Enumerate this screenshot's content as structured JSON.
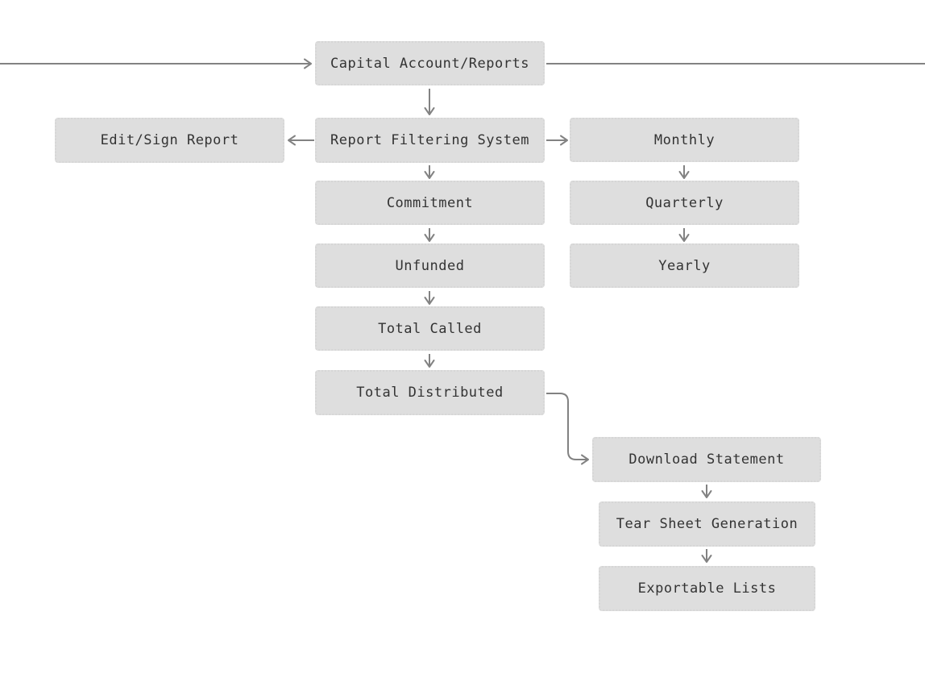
{
  "diagram": {
    "type": "flowchart",
    "background": "#ffffff",
    "colors": {
      "node_fill": "#dedede",
      "node_border": "#d6d6d6",
      "node_text": "#333333",
      "connector": "#828282"
    },
    "nodes": [
      {
        "id": "capital-account-reports",
        "label": "Capital Account/Reports"
      },
      {
        "id": "edit-sign-report",
        "label": "Edit/Sign Report"
      },
      {
        "id": "report-filtering-system",
        "label": "Report Filtering System"
      },
      {
        "id": "monthly",
        "label": "Monthly"
      },
      {
        "id": "commitment",
        "label": "Commitment"
      },
      {
        "id": "quarterly",
        "label": "Quarterly"
      },
      {
        "id": "unfunded",
        "label": "Unfunded"
      },
      {
        "id": "yearly",
        "label": "Yearly"
      },
      {
        "id": "total-called",
        "label": "Total Called"
      },
      {
        "id": "total-distributed",
        "label": "Total Distributed"
      },
      {
        "id": "download-statement",
        "label": "Download Statement"
      },
      {
        "id": "tear-sheet-generation",
        "label": "Tear Sheet Generation"
      },
      {
        "id": "exportable-lists",
        "label": "Exportable Lists"
      }
    ],
    "edges": [
      {
        "from": "(offscreen-left)",
        "to": "Capital Account/Reports",
        "style": "arrow"
      },
      {
        "from": "Capital Account/Reports",
        "to": "(offscreen-right)",
        "style": "line"
      },
      {
        "from": "Capital Account/Reports",
        "to": "Report Filtering System",
        "style": "arrow"
      },
      {
        "from": "Report Filtering System",
        "to": "Edit/Sign Report",
        "style": "arrow"
      },
      {
        "from": "Report Filtering System",
        "to": "Monthly",
        "style": "arrow"
      },
      {
        "from": "Report Filtering System",
        "to": "Commitment",
        "style": "arrow"
      },
      {
        "from": "Commitment",
        "to": "Unfunded",
        "style": "arrow"
      },
      {
        "from": "Unfunded",
        "to": "Total Called",
        "style": "arrow"
      },
      {
        "from": "Total Called",
        "to": "Total Distributed",
        "style": "arrow"
      },
      {
        "from": "Monthly",
        "to": "Quarterly",
        "style": "arrow"
      },
      {
        "from": "Quarterly",
        "to": "Yearly",
        "style": "arrow"
      },
      {
        "from": "Total Distributed",
        "to": "Download Statement",
        "style": "curved-arrow"
      },
      {
        "from": "Download Statement",
        "to": "Tear Sheet Generation",
        "style": "arrow"
      },
      {
        "from": "Tear Sheet Generation",
        "to": "Exportable Lists",
        "style": "arrow"
      }
    ]
  }
}
